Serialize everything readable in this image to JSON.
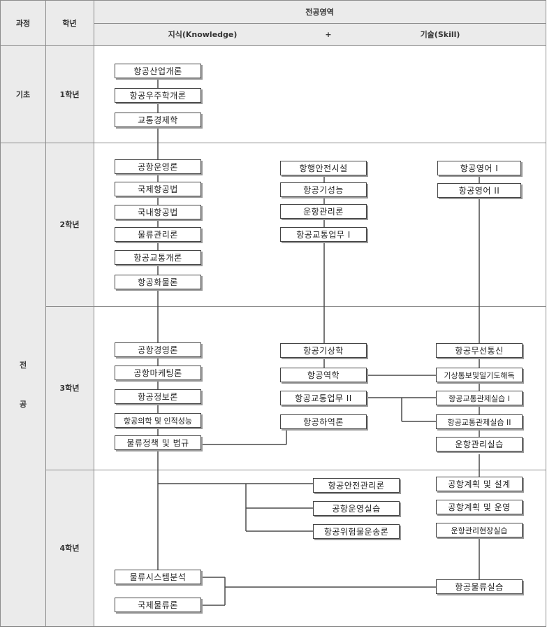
{
  "header": {
    "course": "과정",
    "year": "학년",
    "major_area": "전공영역",
    "knowledge": "지식(Knowledge)",
    "plus": "+",
    "skill": "기술(Skill)"
  },
  "course_groups": {
    "basic": "기초",
    "major_1": "전",
    "major_2": "공"
  },
  "years": {
    "y1": "1학년",
    "y2": "2학년",
    "y3": "3학년",
    "y4": "4학년"
  },
  "nodes": {
    "n01": "항공산업개론",
    "n02": "항공우주학개론",
    "n03": "교통경제학",
    "n04": "공항운영론",
    "n05": "국제항공법",
    "n06": "국내항공법",
    "n07": "물류관리론",
    "n08": "항공교통개론",
    "n09": "항공화물론",
    "n10": "항행안전시설",
    "n11": "항공기성능",
    "n12": "운항관리론",
    "n13": "항공교통업무 I",
    "n14": "항공영어 I",
    "n15": "항공영어 II",
    "n16": "공항경영론",
    "n17": "공항마케팅론",
    "n18": "항공정보론",
    "n19": "항공의학 및 인적성능",
    "n20": "물류정책 및 법규",
    "n21": "항공기상학",
    "n22": "항공역학",
    "n23": "항공교통업무 II",
    "n24": "항공하역론",
    "n25": "항공무선통신",
    "n26": "기상통보및일기도해독",
    "n27": "항공교통관제실습 I",
    "n28": "항공교통관제실습 II",
    "n29": "운항관리실습",
    "n30": "항공안전관리론",
    "n31": "공항운영실습",
    "n32": "항공위험물운송론",
    "n33": "공항계획 및 설계",
    "n34": "공항계획 및 운영",
    "n35": "운항관리현장실습",
    "n36": "물류시스템분석",
    "n37": "국제물류론",
    "n38": "항공물류실습"
  }
}
